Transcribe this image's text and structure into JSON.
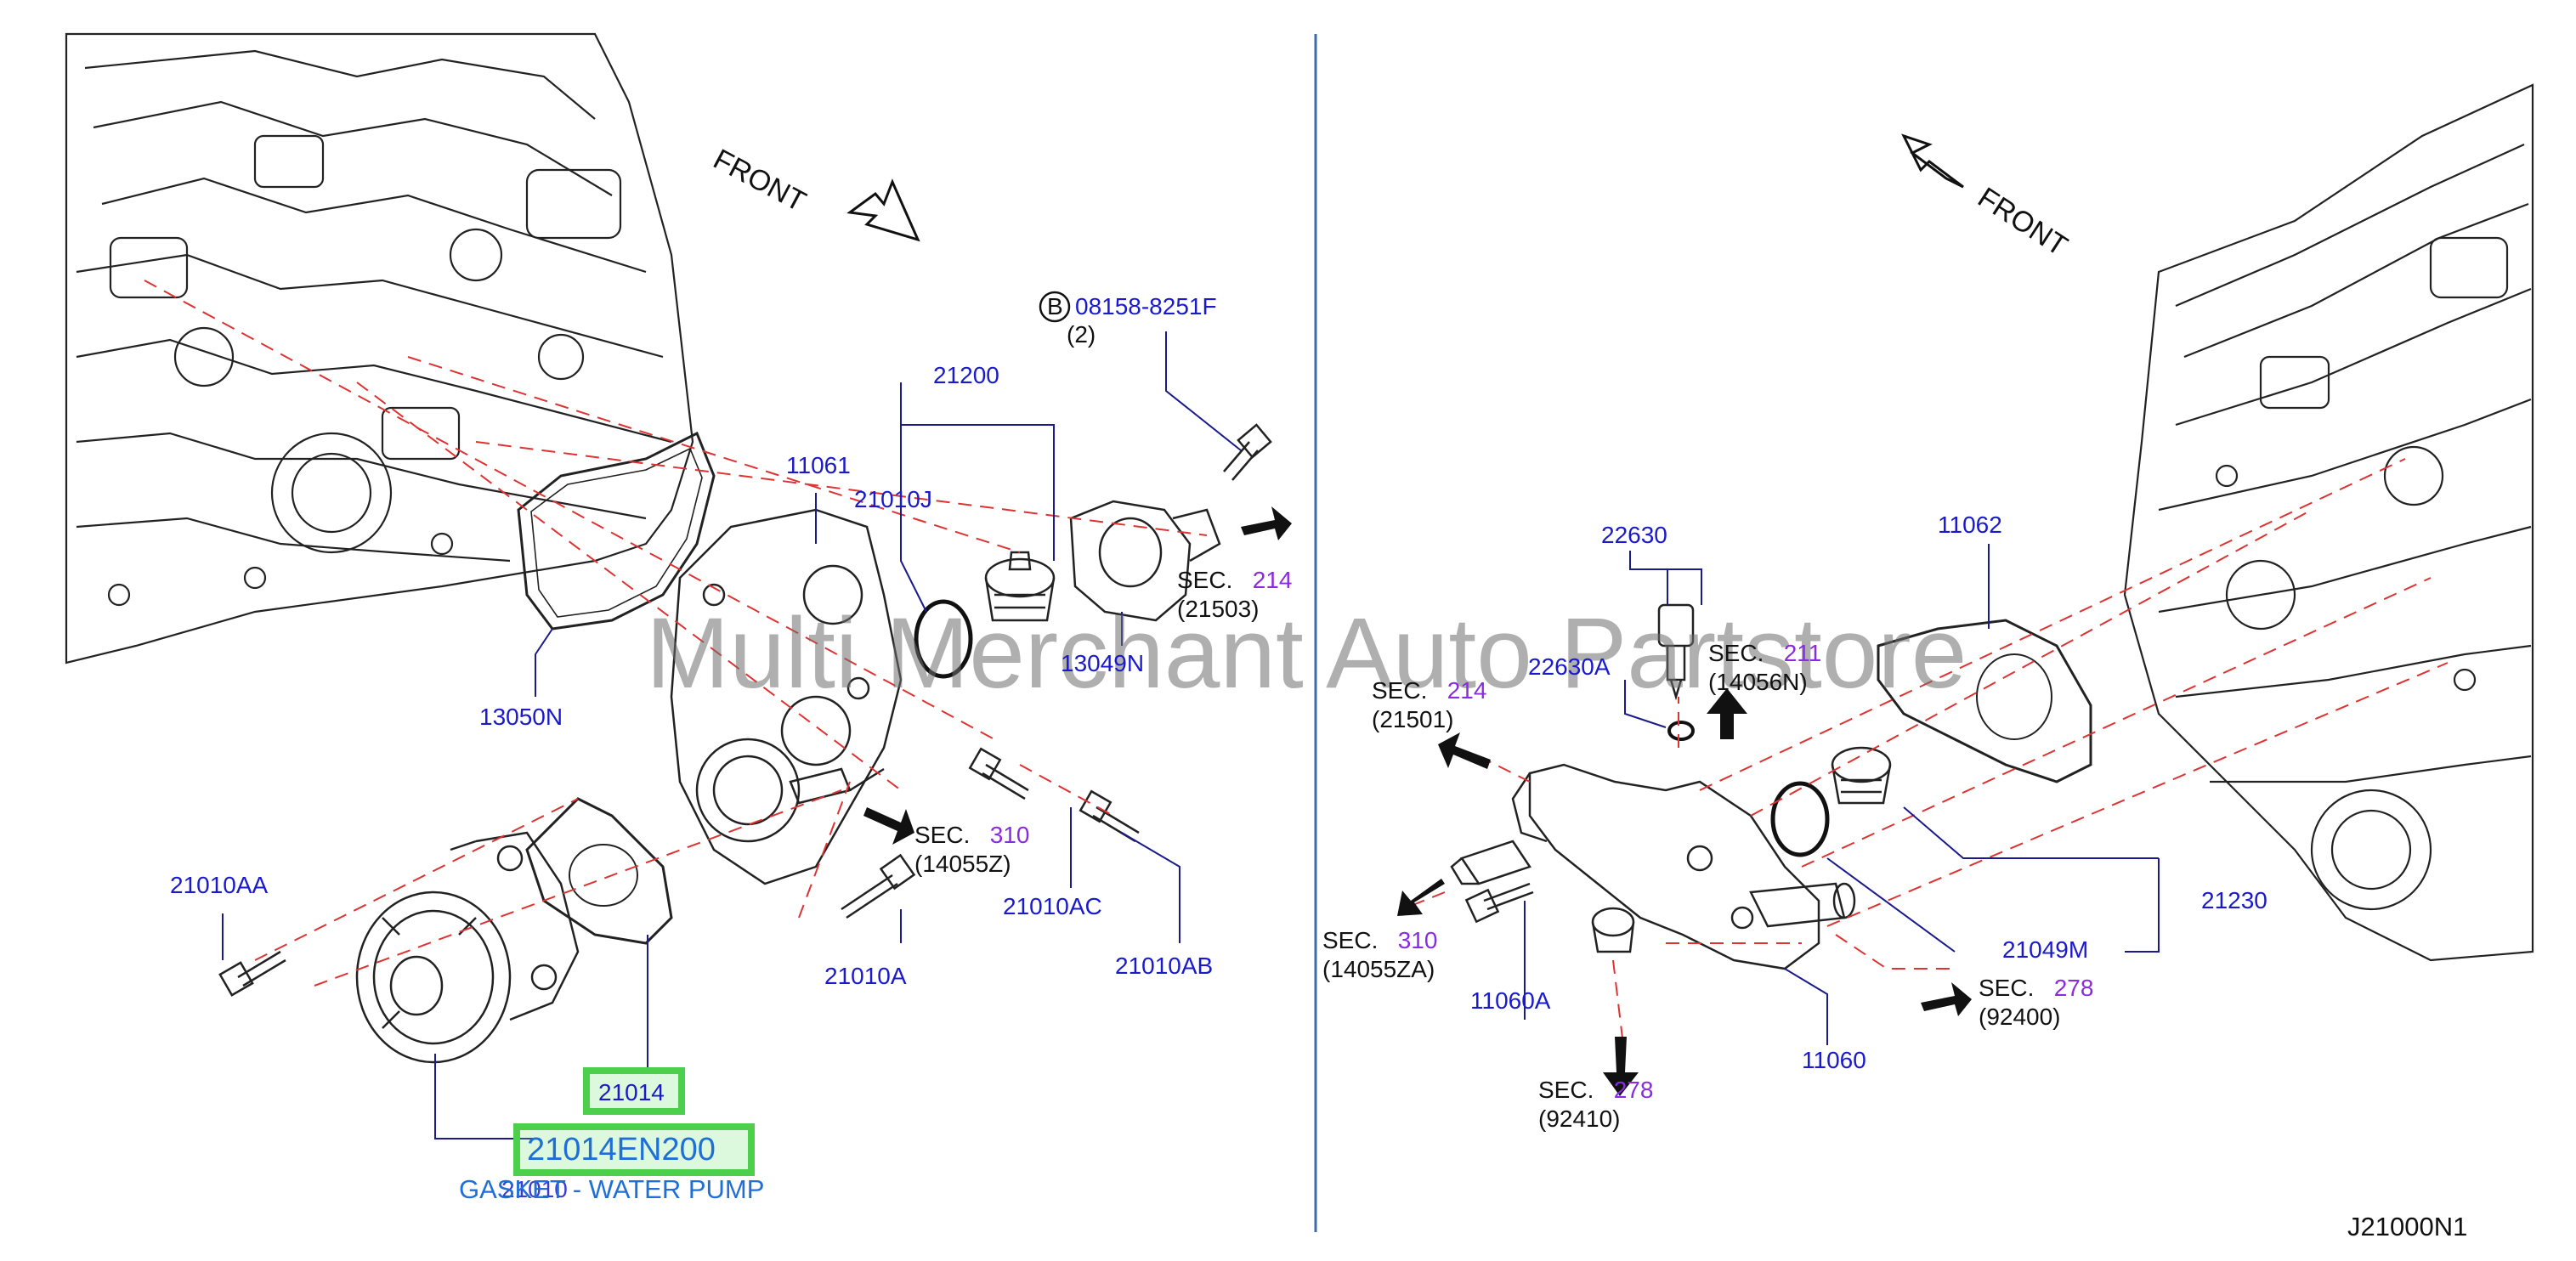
{
  "diagram": {
    "code": "J21000N1",
    "watermark": "Multi Merchant Auto Partstore",
    "front_labels": [
      "FRONT",
      "FRONT"
    ],
    "highlight": {
      "ref": "21014",
      "part_number": "21014EN200",
      "description": "GASKET - WATER PUMP",
      "overlap_text": "21010"
    },
    "left_labels": {
      "bolt_ref": "B",
      "bolt_part": "08158-8251F",
      "bolt_qty": "(2)",
      "p21200": "21200",
      "p11061": "11061",
      "p21010J": "21010J",
      "p13049N": "13049N",
      "p13050N": "13050N",
      "p21010AA": "21010AA",
      "p21010A": "21010A",
      "p21010AC": "21010AC",
      "p21010AB": "21010AB"
    },
    "left_sections": [
      {
        "prefix": "SEC.",
        "num": "214",
        "ref": "(21503)"
      },
      {
        "prefix": "SEC.",
        "num": "310",
        "ref": "(14055Z)"
      }
    ],
    "right_labels": {
      "p22630": "22630",
      "p22630A": "22630A",
      "p11062": "11062",
      "p21230": "21230",
      "p21049M": "21049M",
      "p11060A": "11060A",
      "p11060": "11060"
    },
    "right_sections": [
      {
        "prefix": "SEC.",
        "num": "211",
        "ref": "(14056N)"
      },
      {
        "prefix": "SEC.",
        "num": "214",
        "ref": "(21501)"
      },
      {
        "prefix": "SEC.",
        "num": "310",
        "ref": "(14055ZA)"
      },
      {
        "prefix": "SEC.",
        "num": "278",
        "ref": "(92400)"
      },
      {
        "prefix": "SEC.",
        "num": "278",
        "ref": "(92410)"
      }
    ]
  }
}
